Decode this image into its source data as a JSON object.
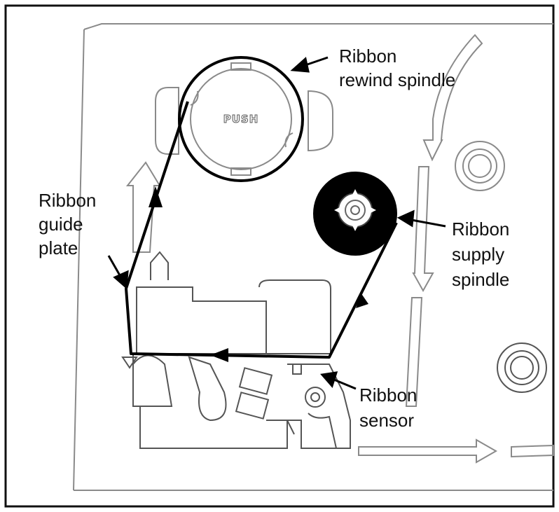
{
  "push_text": "PUSH",
  "labels": {
    "rewind_line1": "Ribbon",
    "rewind_line2": "rewind spindle",
    "guide_line1": "Ribbon",
    "guide_line2": "guide",
    "guide_line3": "plate",
    "supply_line1": "Ribbon",
    "supply_line2": "supply",
    "supply_line3": "spindle",
    "sensor_line1": "Ribbon",
    "sensor_line2": "sensor"
  },
  "colors": {
    "ink": "#111111",
    "ribbon": "#000000",
    "outline": "#777777",
    "background": "#ffffff"
  }
}
